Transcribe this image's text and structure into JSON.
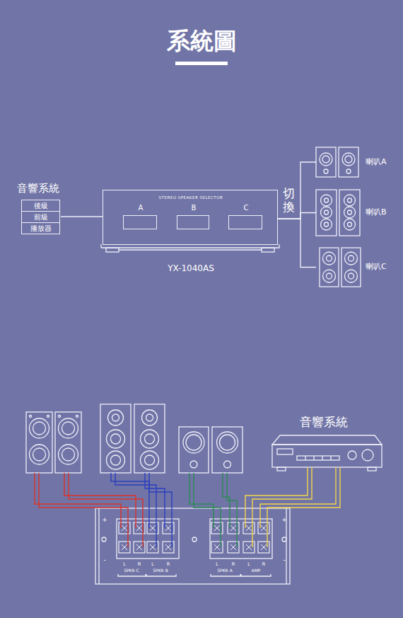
{
  "diagram": {
    "title": "系統圖",
    "nodes": [
      {
        "text": [
          "音響系統"
        ]
      },
      {
        "text": [
          "後級"
        ],
        "in": 0
      },
      {
        "text": [
          "前級"
        ],
        "in": 0
      },
      {
        "text": [
          "播放器"
        ],
        "in": 0
      },
      {
        "text": [
          "STEREO SPEAKER SELECTOR",
          "YX-1040AS"
        ]
      },
      {
        "text": [
          "A"
        ],
        "in": 4
      },
      {
        "text": [
          "B"
        ],
        "in": 4
      },
      {
        "text": [
          "C"
        ],
        "in": 4
      },
      {
        "text": [
          "喇叭A"
        ]
      },
      {
        "text": [
          "喇叭B"
        ]
      },
      {
        "text": [
          "喇叭C"
        ]
      }
    ],
    "edges": [
      {
        "from": 0,
        "to": 4,
        "arrow": "none"
      },
      {
        "from": 4,
        "to": 8,
        "arrow": "none"
      },
      {
        "from": 4,
        "to": 9,
        "label": "切換",
        "arrow": "none"
      },
      {
        "from": 4,
        "to": 10,
        "arrow": "none"
      }
    ],
    "labels": [
      "音響系統",
      "+",
      "+",
      "-",
      "-",
      "L",
      "R",
      "SPKR C",
      "L",
      "R",
      "SPKR B",
      "L",
      "R",
      "SPKR A",
      "L",
      "R",
      "AMP"
    ]
  }
}
